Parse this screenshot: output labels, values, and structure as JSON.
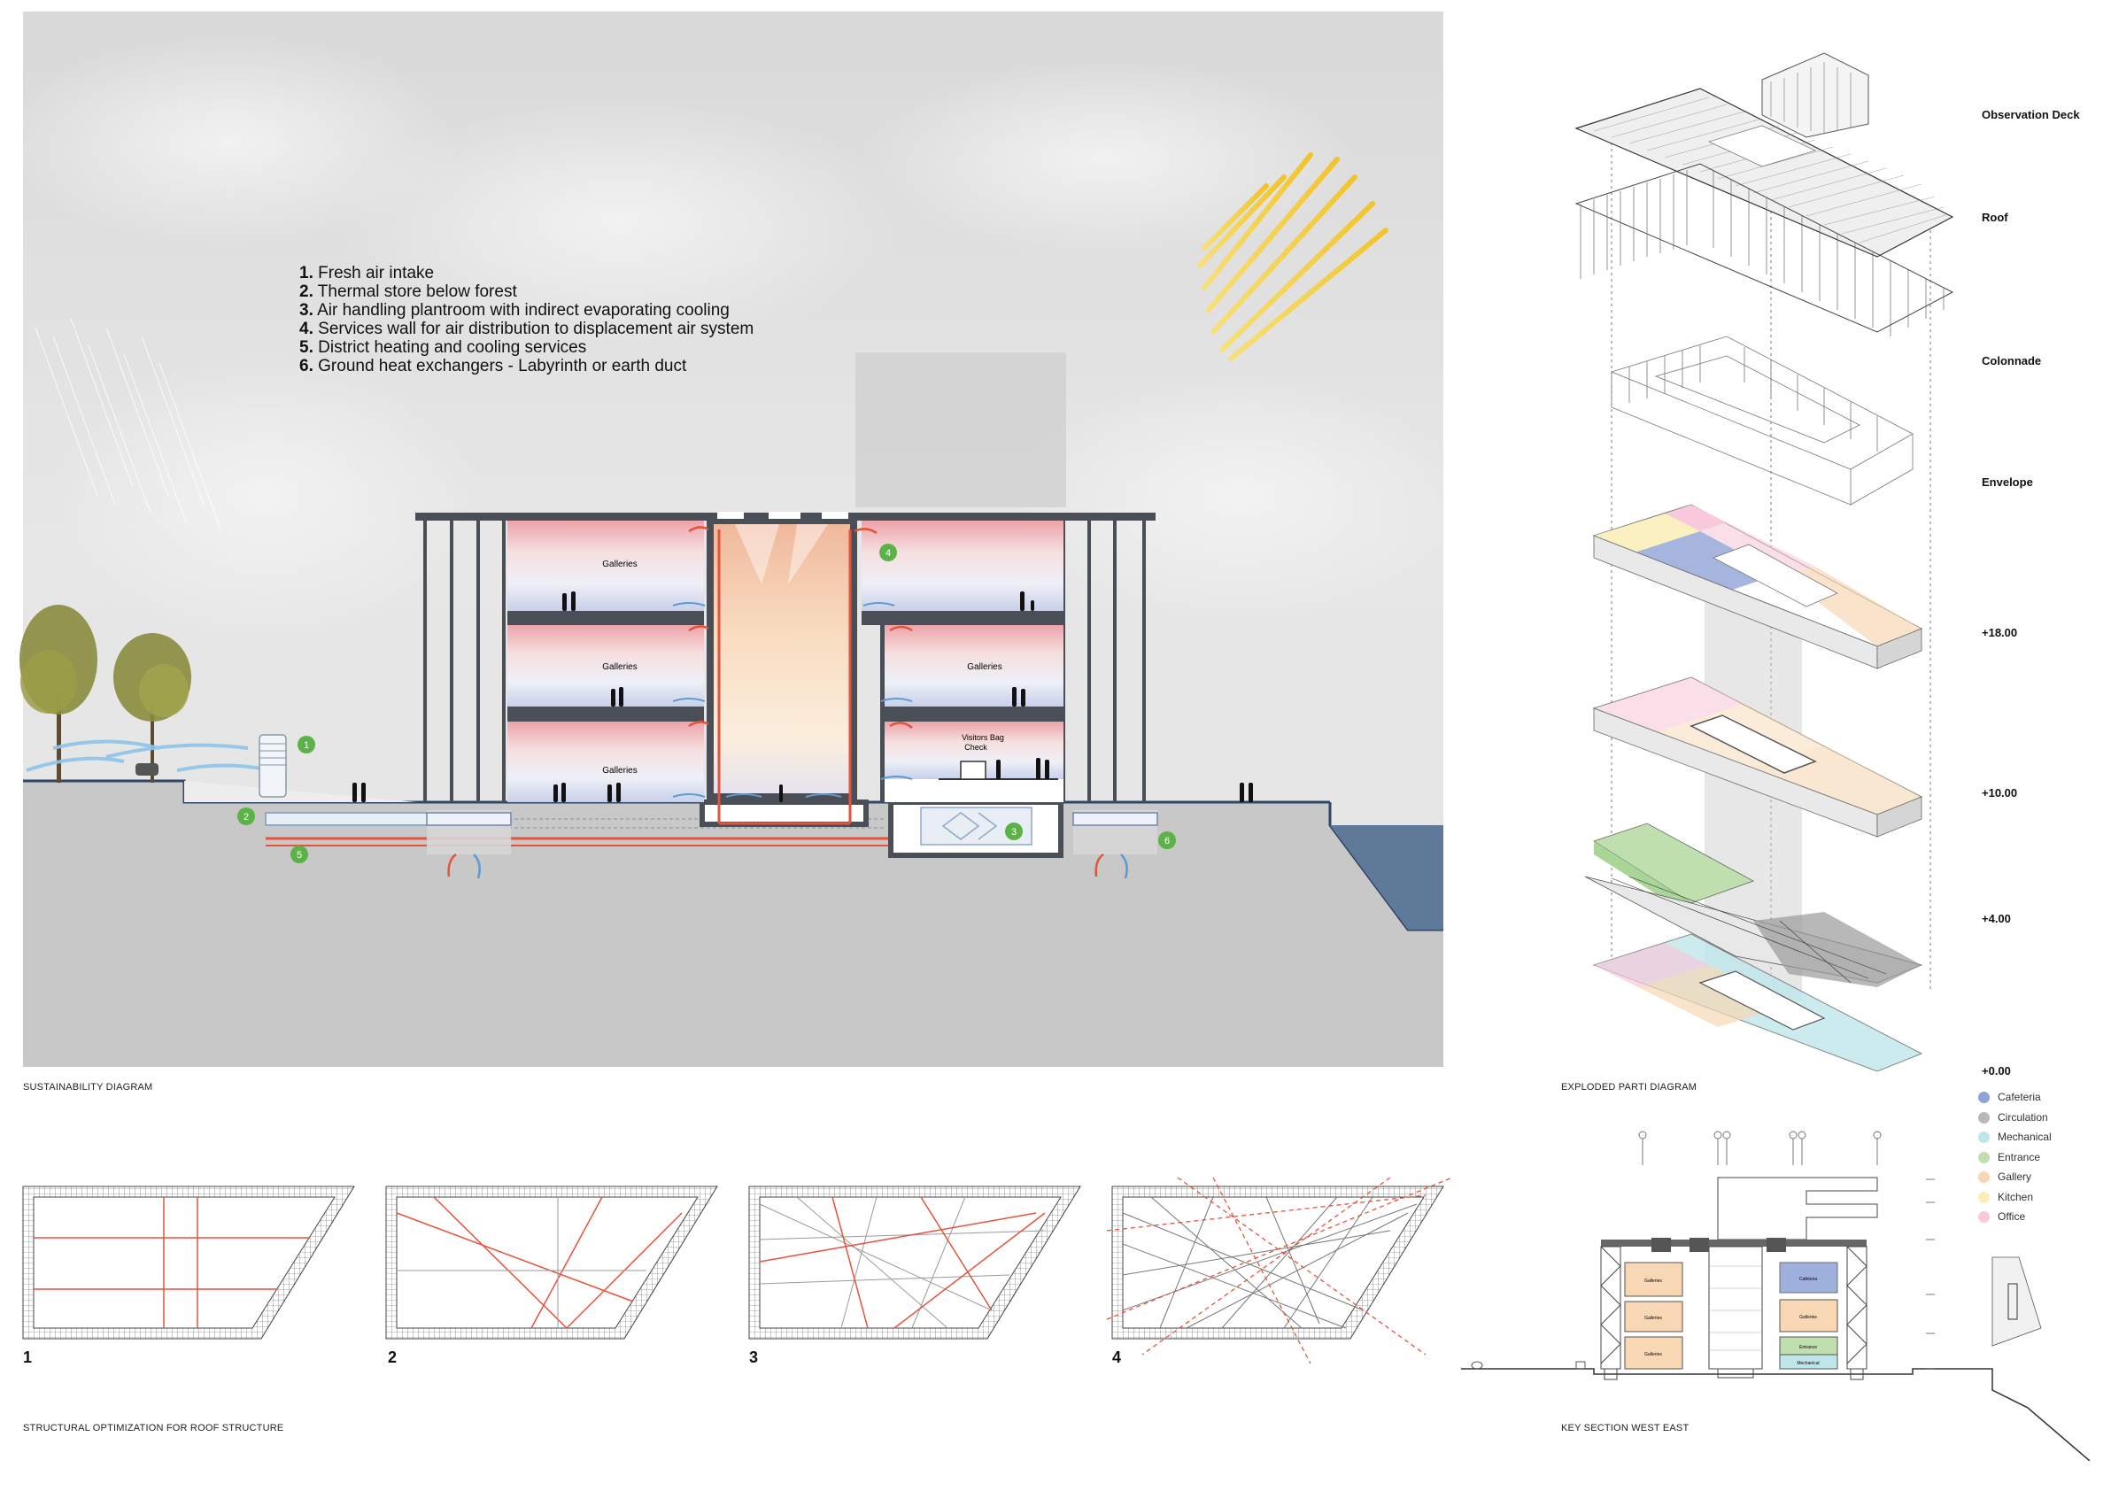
{
  "sustainability": {
    "caption": "SUSTAINABILITY DIAGRAM",
    "legend": [
      {
        "num": "1.",
        "text": "Fresh air intake"
      },
      {
        "num": "2.",
        "text": "Thermal store below forest"
      },
      {
        "num": "3.",
        "text": "Air handling plantroom with indirect evaporating cooling"
      },
      {
        "num": "4.",
        "text": "Services wall for air distribution to displacement air system"
      },
      {
        "num": "5.",
        "text": "District heating and cooling services"
      },
      {
        "num": "6.",
        "text": "Ground heat exchangers - Labyrinth or earth duct"
      }
    ],
    "markers": [
      "1",
      "2",
      "3",
      "4",
      "5",
      "6"
    ],
    "rooms": {
      "left_top": "Galleries",
      "left_mid": "Galleries",
      "left_bottom": "Galleries",
      "right_mid": "Galleries",
      "right_bottom_line1": "Visitors Bag",
      "right_bottom_line2": "Check"
    }
  },
  "parti": {
    "caption": "EXPLODED PARTI DIAGRAM",
    "levels": [
      "Observation Deck",
      "Roof",
      "Colonnade",
      "Envelope",
      "+18.00",
      "+10.00",
      "+4.00",
      "+0.00"
    ]
  },
  "program_key": [
    {
      "label": "Cafeteria",
      "color": "#8fa3d6"
    },
    {
      "label": "Circulation",
      "color": "#b9b9b9"
    },
    {
      "label": "Mechanical",
      "color": "#bfe7ea"
    },
    {
      "label": "Entrance",
      "color": "#bfe0ae"
    },
    {
      "label": "Gallery",
      "color": "#f7d7b4"
    },
    {
      "label": "Kitchen",
      "color": "#fbefb9"
    },
    {
      "label": "Office",
      "color": "#f7c9db"
    }
  ],
  "structural": {
    "caption": "STRUCTURAL OPTIMIZATION FOR ROOF STRUCTURE",
    "steps": [
      "1",
      "2",
      "3",
      "4"
    ]
  },
  "key_section": {
    "caption": "KEY SECTION WEST EAST",
    "rooms": [
      "Galleries",
      "Galleries",
      "Galleries",
      "Cafeteria",
      "Galleries",
      "Entrance",
      "Mechanical"
    ]
  },
  "colors": {
    "accent_red": "#e5533b",
    "marker_green": "#5bb347",
    "sun_yellow": "#f2c42a",
    "water_blue": "#5f7a99",
    "ground_grey": "#c8c8c8",
    "frame_dark": "#4a4e57"
  }
}
